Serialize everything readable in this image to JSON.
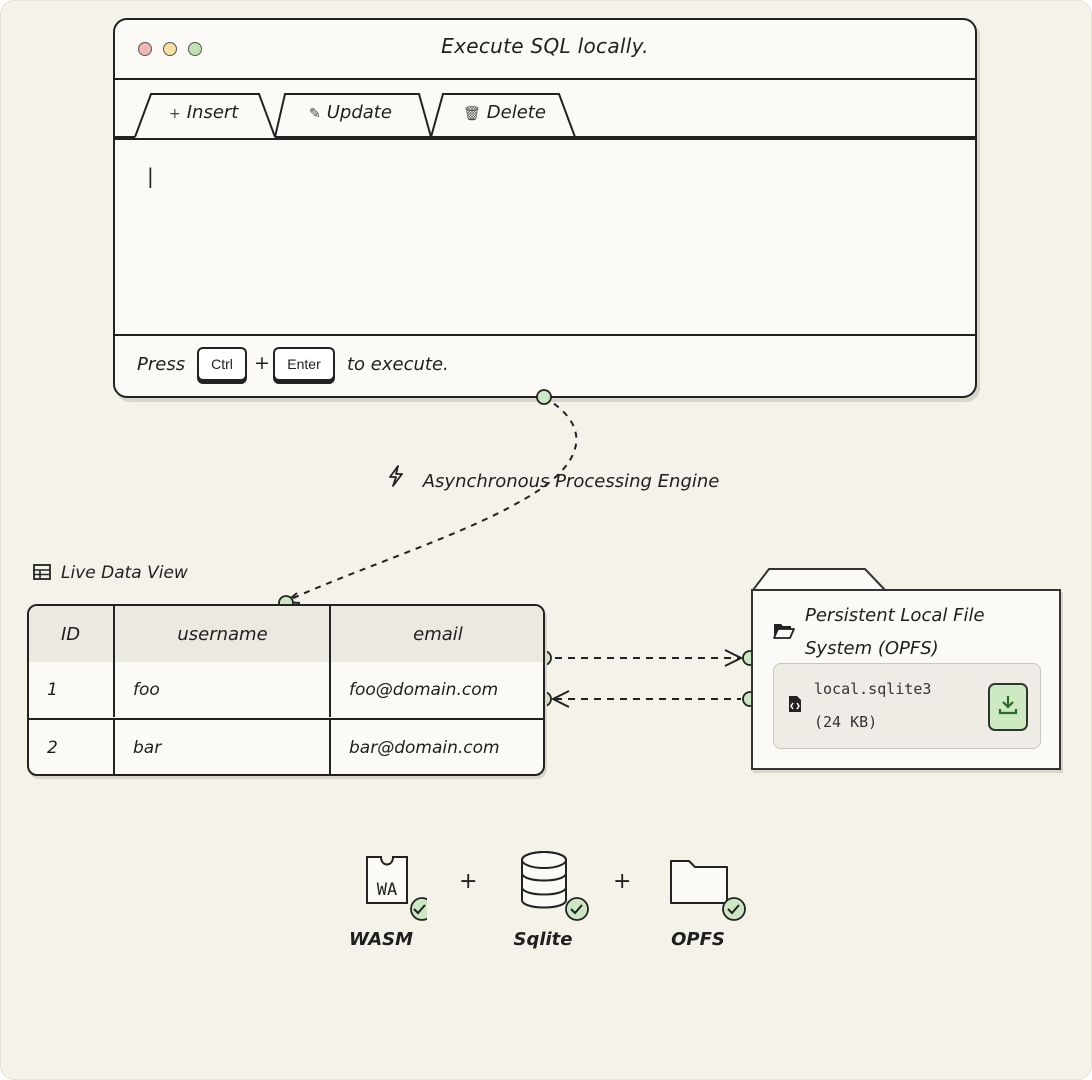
{
  "window": {
    "title": "Execute SQL locally.",
    "colors": {
      "close": "#f2b8b4",
      "minimize": "#f3dfa3",
      "maximize": "#bfe3b4"
    },
    "tabs": [
      {
        "label": "Insert",
        "icon": "plus-icon",
        "icon_glyph": "+",
        "active": true
      },
      {
        "label": "Update",
        "icon": "pencil-icon",
        "icon_glyph": "✎",
        "active": false
      },
      {
        "label": "Delete",
        "icon": "trash-icon",
        "icon_glyph": "🗑",
        "active": false
      }
    ],
    "editor_text": "|",
    "status": {
      "prefix": "Press",
      "key1": "Ctrl",
      "joiner": "+",
      "key2": "Enter",
      "suffix": "to execute."
    }
  },
  "engine_label": "Asynchronous Processing Engine",
  "table": {
    "caption": "Live Data View",
    "columns": [
      "ID",
      "username",
      "email"
    ],
    "rows": [
      [
        "1",
        "foo",
        "foo@domain.com"
      ],
      [
        "2",
        "bar",
        "bar@domain.com"
      ]
    ]
  },
  "opfs": {
    "title": "Persistent Local File System (OPFS)",
    "file_name": "local.sqlite3",
    "file_size": "(24 KB)",
    "accent": "#cdeac3"
  },
  "tech": [
    {
      "label": "WASM",
      "icon": "wasm-icon",
      "badge": "WA"
    },
    {
      "label": "Sqlite",
      "icon": "database-icon"
    },
    {
      "label": "OPFS",
      "icon": "folder-icon"
    }
  ],
  "tech_joiner": "+",
  "connector_color": "#cde6c4"
}
